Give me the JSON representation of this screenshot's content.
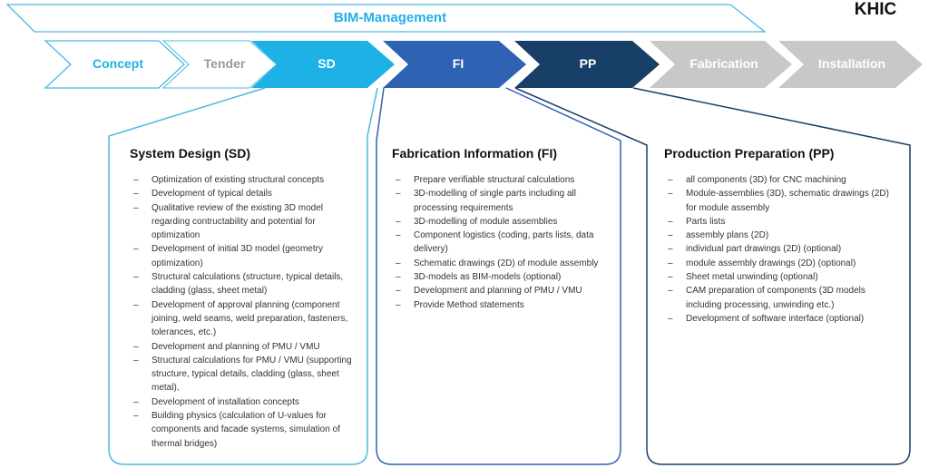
{
  "banner": {
    "label": "BIM-Management",
    "logo": "KHIC"
  },
  "colors": {
    "light_blue": "#1eb1e6",
    "mid_blue": "#2f62b3",
    "dark_blue": "#183f68",
    "grey": "#c8c8c8"
  },
  "stages": [
    {
      "label": "Concept"
    },
    {
      "label": "Tender"
    },
    {
      "label": "SD"
    },
    {
      "label": "FI"
    },
    {
      "label": "PP"
    },
    {
      "label": "Fabrication"
    },
    {
      "label": "Installation"
    }
  ],
  "panels": [
    {
      "title": "System Design (SD)",
      "items": [
        "Optimization of existing structural concepts",
        "Development of typical details",
        "Qualitative review of the existing 3D model regarding contructability and potential for optimization",
        "Development of initial 3D model (geometry optimization)",
        "Structural calculations (structure, typical details, cladding (glass, sheet metal)",
        "Development of approval planning (component joining, weld seams, weld preparation, fasteners, tolerances, etc.)",
        "Development and planning of PMU / VMU",
        "Structural calculations for PMU / VMU (supporting structure, typical details, cladding (glass, sheet metal),",
        "Development of installation concepts",
        "Building physics (calculation of U-values for components and facade systems, simulation of thermal bridges)"
      ]
    },
    {
      "title": "Fabrication Information (FI)",
      "items": [
        "Prepare verifiable structural calculations",
        "3D-modelling of single parts including all processing requirements",
        "3D-modelling of module assemblies",
        "Component logistics (coding, parts lists, data delivery)",
        "Schematic drawings (2D) of module assembly",
        "3D-models as BIM-models (optional)",
        "Development and planning of PMU / VMU",
        "Provide Method statements"
      ]
    },
    {
      "title": "Production Preparation (PP)",
      "items": [
        "all components (3D) for CNC machining",
        "Module-assemblies (3D), schematic drawings (2D) for module assembly",
        "Parts lists",
        "assembly plans (2D)",
        "individual part drawings (2D) (optional)",
        "module assembly drawings (2D) (optional)",
        "Sheet metal unwinding (optional)",
        "CAM preparation of components (3D models including processing, unwinding etc.)",
        "Development of software interface (optional)"
      ]
    }
  ]
}
